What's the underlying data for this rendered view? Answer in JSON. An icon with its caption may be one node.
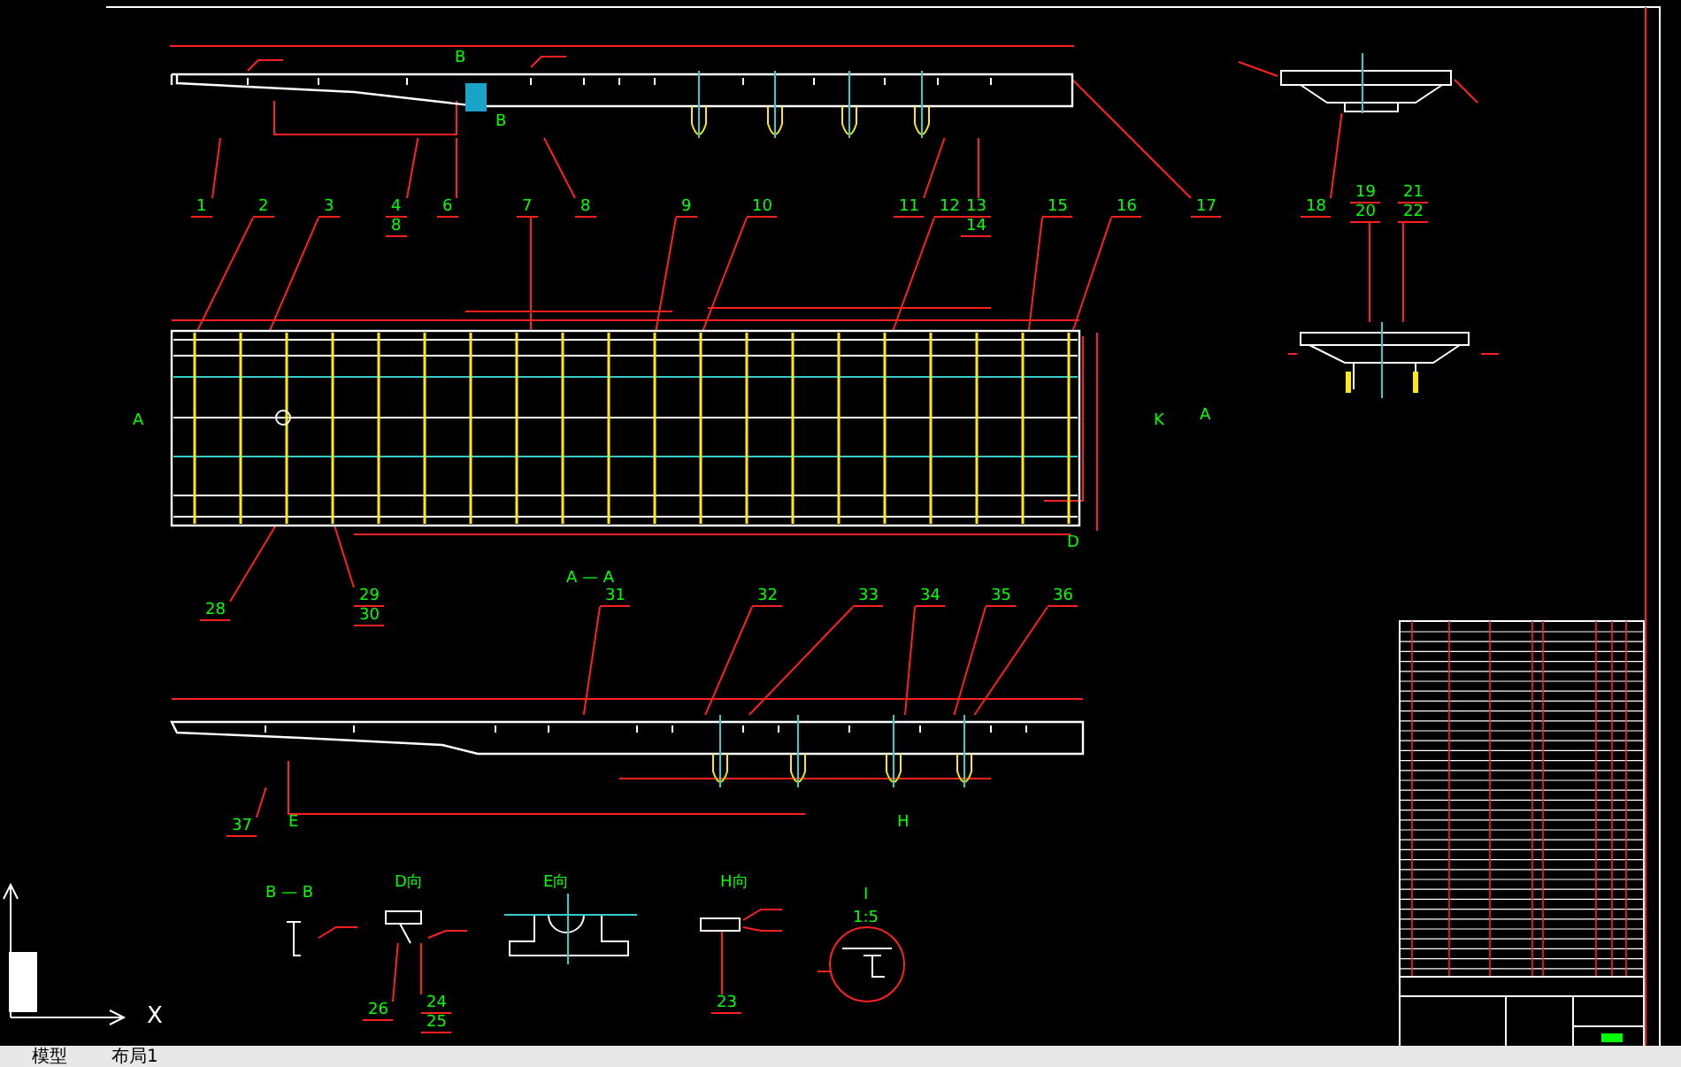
{
  "diagram": {
    "nodes": [
      {
        "text": [
          "1"
        ]
      },
      {
        "text": [
          "2"
        ]
      },
      {
        "text": [
          "3"
        ]
      },
      {
        "text": [
          "4",
          "8"
        ]
      },
      {
        "text": [
          "6"
        ]
      },
      {
        "text": [
          "7"
        ]
      },
      {
        "text": [
          "8"
        ]
      },
      {
        "text": [
          "9"
        ]
      },
      {
        "text": [
          "10"
        ]
      },
      {
        "text": [
          "11"
        ]
      },
      {
        "text": [
          "12"
        ]
      },
      {
        "text": [
          "13",
          "14"
        ]
      },
      {
        "text": [
          "15"
        ]
      },
      {
        "text": [
          "16"
        ]
      },
      {
        "text": [
          "17"
        ]
      },
      {
        "text": [
          "18"
        ]
      },
      {
        "text": [
          "19",
          "20"
        ]
      },
      {
        "text": [
          "21",
          "22"
        ]
      },
      {
        "text": [
          "28"
        ]
      },
      {
        "text": [
          "29",
          "30"
        ]
      },
      {
        "text": [
          "31"
        ]
      },
      {
        "text": [
          "32"
        ]
      },
      {
        "text": [
          "33"
        ]
      },
      {
        "text": [
          "34"
        ]
      },
      {
        "text": [
          "35"
        ]
      },
      {
        "text": [
          "36"
        ]
      },
      {
        "text": [
          "37"
        ]
      },
      {
        "text": [
          "26"
        ]
      },
      {
        "text": [
          "24",
          "25"
        ]
      },
      {
        "text": [
          "23"
        ]
      },
      {
        "text": [],
        "shape": "picture"
      },
      {
        "text": [],
        "shape": "picture"
      },
      {
        "text": [],
        "shape": "picture"
      },
      {
        "text": [],
        "shape": "picture"
      },
      {
        "text": [],
        "shape": "picture"
      },
      {
        "text": [],
        "shape": "picture"
      },
      {
        "text": [],
        "shape": "picture"
      }
    ],
    "edges": [
      {
        "from": 0,
        "to": 30,
        "arrow": "none"
      },
      {
        "from": 1,
        "to": 31,
        "arrow": "none"
      },
      {
        "from": 2,
        "to": 31,
        "arrow": "none"
      },
      {
        "from": 3,
        "to": 30,
        "arrow": "none"
      },
      {
        "from": 4,
        "to": 30,
        "arrow": "none"
      },
      {
        "from": 5,
        "to": 31,
        "arrow": "none"
      },
      {
        "from": 6,
        "to": 30,
        "arrow": "none"
      },
      {
        "from": 7,
        "to": 31,
        "arrow": "none"
      },
      {
        "from": 8,
        "to": 31,
        "arrow": "none"
      },
      {
        "from": 9,
        "to": 30,
        "arrow": "none"
      },
      {
        "from": 10,
        "to": 31,
        "arrow": "none"
      },
      {
        "from": 11,
        "to": 30,
        "arrow": "none"
      },
      {
        "from": 12,
        "to": 31,
        "arrow": "none"
      },
      {
        "from": 13,
        "to": 31,
        "arrow": "none"
      },
      {
        "from": 14,
        "to": 30,
        "arrow": "none"
      },
      {
        "from": 15,
        "to": 32,
        "arrow": "none"
      },
      {
        "from": 16,
        "to": 33,
        "arrow": "none"
      },
      {
        "from": 17,
        "to": 33,
        "arrow": "none"
      },
      {
        "from": 18,
        "to": 31,
        "arrow": "none"
      },
      {
        "from": 19,
        "to": 31,
        "arrow": "none"
      },
      {
        "from": 20,
        "to": 34,
        "arrow": "none"
      },
      {
        "from": 21,
        "to": 34,
        "arrow": "none"
      },
      {
        "from": 22,
        "to": 34,
        "arrow": "none"
      },
      {
        "from": 23,
        "to": 34,
        "arrow": "none"
      },
      {
        "from": 24,
        "to": 34,
        "arrow": "none"
      },
      {
        "from": 25,
        "to": 34,
        "arrow": "none"
      },
      {
        "from": 26,
        "to": 34,
        "arrow": "none"
      },
      {
        "from": 27,
        "to": 35,
        "arrow": "none"
      },
      {
        "from": 28,
        "to": 35,
        "arrow": "none"
      },
      {
        "from": 29,
        "to": 36,
        "arrow": "none"
      }
    ],
    "labels": [
      "B",
      "B",
      "A",
      "K",
      "A",
      "D",
      "A — A",
      "E",
      "H",
      "B — B",
      "D向",
      "E向",
      "H向",
      "I",
      "1:5",
      "X",
      "模型",
      "布局1"
    ]
  }
}
